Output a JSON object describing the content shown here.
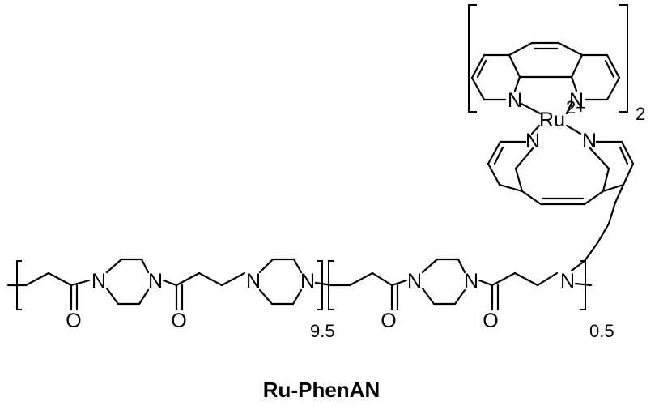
{
  "atoms": {
    "n": "N",
    "o": "O",
    "ru": "Ru",
    "charge": "2+"
  },
  "subscripts": {
    "ligand_count": "2",
    "block1": "9.5",
    "block2": "0.5"
  },
  "compound_name": "Ru-PhenAN"
}
